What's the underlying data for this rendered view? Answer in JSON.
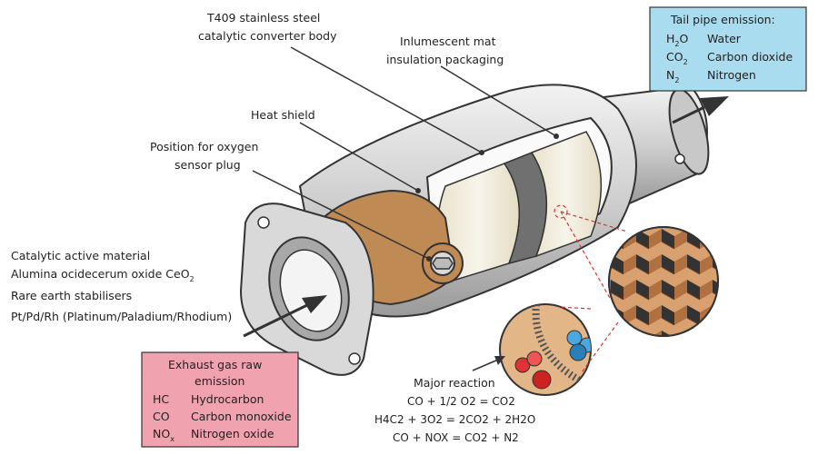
{
  "labels": {
    "body_line1": "T409 stainless steel",
    "body_line2": "catalytic converter body",
    "mat_line1": "Inlumescent mat",
    "mat_line2": "insulation packaging",
    "heat_shield": "Heat shield",
    "sensor_line1": "Position for oxygen",
    "sensor_line2": "sensor plug",
    "active_1": "Catalytic active material",
    "active_2": "Alumina ocidecerum oxide CeO",
    "active_2_sub": "2",
    "active_3": "Rare earth stabilisers",
    "active_4": "Pt/Pd/Rh (Platinum/Paladium/Rhodium)"
  },
  "tail_pipe": {
    "title": "Tail pipe emission:",
    "rows": [
      {
        "formula": "H",
        "sub": "2",
        "rest": "O",
        "name": "Water"
      },
      {
        "formula": "CO",
        "sub": "2",
        "rest": "",
        "name": "Carbon dioxide"
      },
      {
        "formula": "N",
        "sub": "2",
        "rest": "",
        "name": "Nitrogen"
      }
    ],
    "color": "#aadcf0"
  },
  "exhaust": {
    "title_line1": "Exhaust gas raw",
    "title_line2": "emission",
    "rows": [
      {
        "formula": "HC",
        "sub": "",
        "name": "Hydrocarbon"
      },
      {
        "formula": "CO",
        "sub": "",
        "name": "Carbon monoxide"
      },
      {
        "formula": "NO",
        "sub": "x",
        "name": "Nitrogen oxide"
      }
    ],
    "color": "#f0a3ae"
  },
  "reaction": {
    "title": "Major reaction",
    "eq1": "CO + 1/2 O2 = CO2",
    "eq2": "H4C2 + 3O2 = 2CO2 + 2H2O",
    "eq3": "CO + NOX = CO2 + N2"
  },
  "colors": {
    "metal": "#d9d9d9",
    "metal_dark": "#a9a9a9",
    "heat_shield": "#c08a55",
    "substrate": "#f1ecdc",
    "mat": "#6b6b6b",
    "honeycomb": "#d9a070",
    "arrow": "#333333",
    "dashed": "#d33"
  }
}
